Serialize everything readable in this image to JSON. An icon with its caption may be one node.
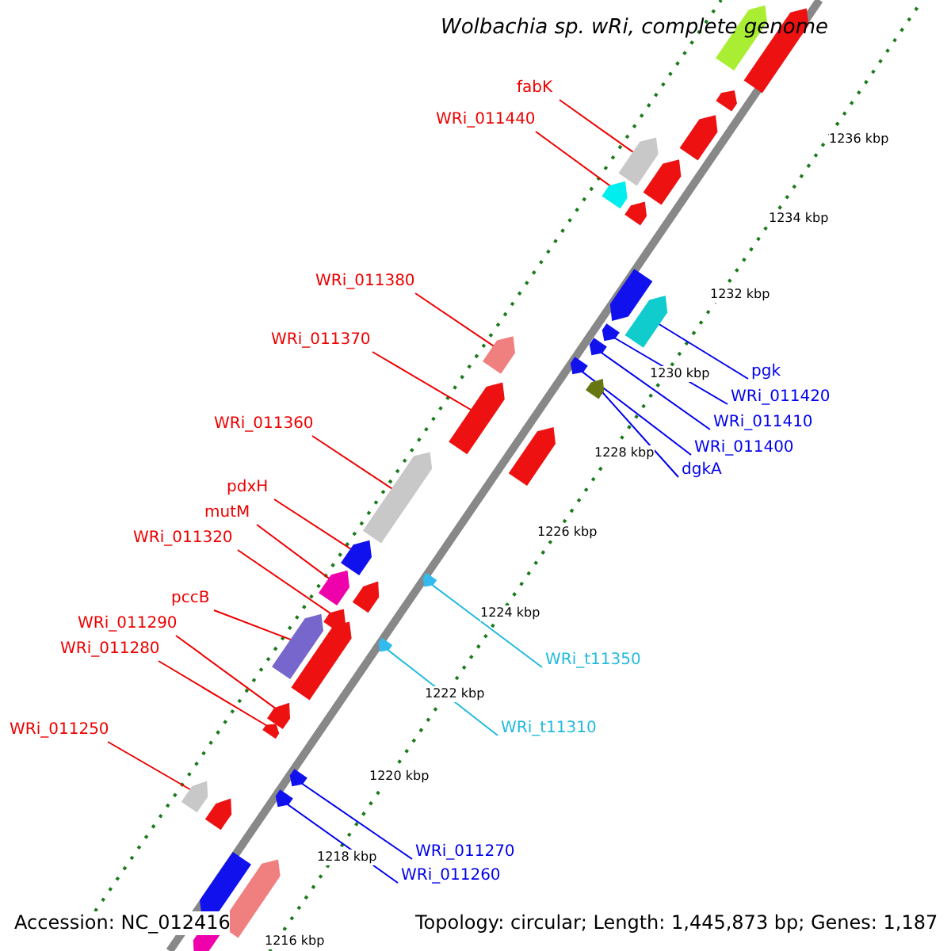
{
  "diagram": {
    "title": "Wolbachia sp. wRi, complete genome",
    "nodes": [
      {
        "text": [
          "fabK"
        ]
      },
      {
        "text": [
          "WRi_011440"
        ]
      },
      {
        "text": [
          "WRi_011380"
        ]
      },
      {
        "text": [
          "WRi_011370"
        ]
      },
      {
        "text": [
          "WRi_011360"
        ]
      },
      {
        "text": [
          "pdxH"
        ]
      },
      {
        "text": [
          "mutM"
        ]
      },
      {
        "text": [
          "WRi_011320"
        ]
      },
      {
        "text": [
          "pccB"
        ]
      },
      {
        "text": [
          "WRi_011290"
        ]
      },
      {
        "text": [
          "WRi_011280"
        ]
      },
      {
        "text": [
          "WRi_011250"
        ]
      },
      {
        "text": [
          "pgk"
        ]
      },
      {
        "text": [
          "WRi_011420"
        ]
      },
      {
        "text": [
          "WRi_011410"
        ]
      },
      {
        "text": [
          "WRi_011400"
        ]
      },
      {
        "text": [
          "dgkA"
        ]
      },
      {
        "text": [
          "WRi_t11350"
        ]
      },
      {
        "text": [
          "WRi_t11310"
        ]
      },
      {
        "text": [
          "WRi_011270"
        ]
      },
      {
        "text": [
          "WRi_011260"
        ]
      },
      {
        "text": [],
        "shape": "box"
      },
      {
        "text": [],
        "shape": "box"
      },
      {
        "text": [],
        "shape": "box"
      },
      {
        "text": [],
        "shape": "box"
      },
      {
        "text": [],
        "shape": "box"
      },
      {
        "text": [],
        "shape": "box"
      },
      {
        "text": [],
        "shape": "box"
      },
      {
        "text": [],
        "shape": "box"
      },
      {
        "text": [],
        "shape": "box"
      },
      {
        "text": [],
        "shape": "box"
      },
      {
        "text": [],
        "shape": "box"
      },
      {
        "text": [],
        "shape": "box"
      },
      {
        "text": [],
        "shape": "box"
      },
      {
        "text": [],
        "shape": "box"
      },
      {
        "text": [],
        "shape": "box"
      },
      {
        "text": [],
        "shape": "box"
      },
      {
        "text": [],
        "shape": "box"
      },
      {
        "text": [],
        "shape": "box"
      },
      {
        "text": [],
        "shape": "box"
      },
      {
        "text": [],
        "shape": "box"
      },
      {
        "text": [],
        "shape": "box"
      },
      {
        "text": [],
        "shape": "box"
      },
      {
        "text": [],
        "shape": "box"
      },
      {
        "text": [],
        "shape": "box"
      },
      {
        "text": [],
        "shape": "box"
      },
      {
        "text": [],
        "shape": "box"
      },
      {
        "text": [],
        "shape": "box"
      },
      {
        "text": [],
        "shape": "box"
      },
      {
        "text": [],
        "shape": "box"
      },
      {
        "text": [],
        "shape": "box"
      },
      {
        "text": [],
        "shape": "box"
      },
      {
        "text": [],
        "shape": "box"
      },
      {
        "text": [],
        "shape": "box"
      },
      {
        "text": [],
        "shape": "box"
      },
      {
        "text": [],
        "shape": "box"
      }
    ],
    "edges": [
      {
        "from": 0,
        "to": 21,
        "arrow": "none"
      },
      {
        "from": 1,
        "to": 22,
        "arrow": "none"
      },
      {
        "from": 2,
        "to": 23,
        "arrow": "none"
      },
      {
        "from": 3,
        "to": 24,
        "arrow": "none"
      },
      {
        "from": 4,
        "to": 25,
        "arrow": "none"
      },
      {
        "from": 5,
        "to": 26,
        "arrow": "none"
      },
      {
        "from": 6,
        "to": 27,
        "arrow": "none"
      },
      {
        "from": 7,
        "to": 28,
        "arrow": "none"
      },
      {
        "from": 8,
        "to": 29,
        "arrow": "none"
      },
      {
        "from": 9,
        "to": 30,
        "arrow": "none"
      },
      {
        "from": 10,
        "to": 31,
        "arrow": "none"
      },
      {
        "from": 11,
        "to": 32,
        "arrow": "none"
      },
      {
        "from": 12,
        "to": 33,
        "arrow": "none",
        "color": "#0000ee"
      },
      {
        "from": 13,
        "to": 34,
        "arrow": "none",
        "color": "#0000ee"
      },
      {
        "from": 14,
        "to": 35,
        "arrow": "none",
        "color": "#0000ee"
      },
      {
        "from": 15,
        "to": 36,
        "arrow": "none",
        "color": "#0000ee"
      },
      {
        "from": 16,
        "to": 37,
        "arrow": "none",
        "color": "#0000ee"
      },
      {
        "from": 17,
        "to": 38,
        "arrow": "none",
        "color": "#22bbdd"
      },
      {
        "from": 18,
        "to": 39,
        "arrow": "none",
        "color": "#22bbdd"
      },
      {
        "from": 19,
        "to": 40,
        "arrow": "none",
        "color": "#0000ee"
      },
      {
        "from": 20,
        "to": 41,
        "arrow": "none",
        "color": "#0000ee"
      }
    ],
    "labels": [
      "1236 kbp",
      "1234 kbp",
      "1232 kbp",
      "1230 kbp",
      "1228 kbp",
      "1226 kbp",
      "1224 kbp",
      "1222 kbp",
      "1220 kbp",
      "1218 kbp",
      "1216 kbp",
      "Accession: NC_012416",
      "Topology: circular; Length: 1,445,873 bp; Genes: 1,187"
    ]
  }
}
